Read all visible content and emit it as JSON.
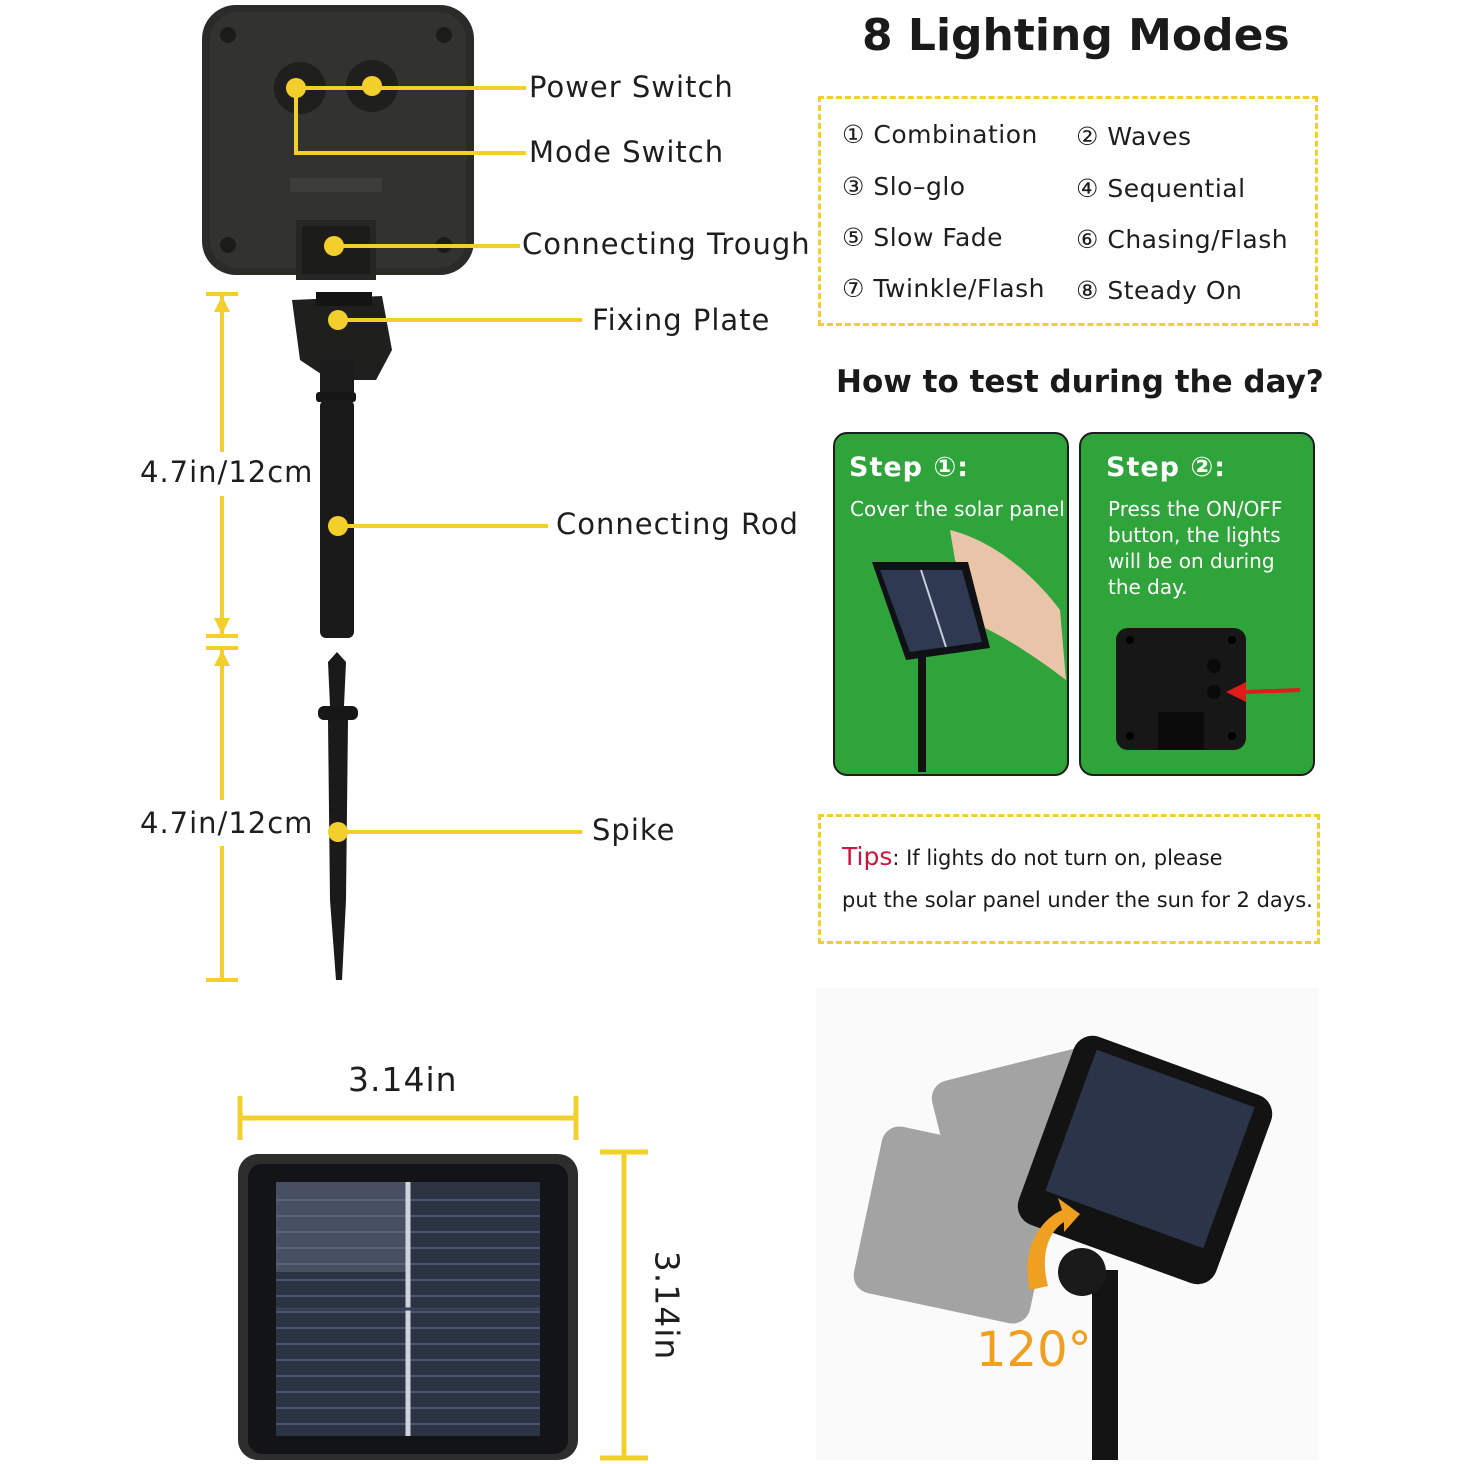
{
  "parts": {
    "power_switch": "Power Switch",
    "mode_switch": "Mode Switch",
    "connecting_trough": "Connecting Trough",
    "fixing_plate": "Fixing Plate",
    "connecting_rod": "Connecting Rod",
    "spike": "Spike"
  },
  "dimensions": {
    "rod_length": "4.7in/12cm",
    "spike_length": "4.7in/12cm",
    "panel_width": "3.14in",
    "panel_height": "3.14in"
  },
  "modes": {
    "title": "8 Lighting Modes",
    "items": [
      "① Combination",
      "② Waves",
      "③ Slo–glo",
      "④ Sequential",
      "⑤ Slow Fade",
      "⑥ Chasing/Flash",
      "⑦ Twinkle/Flash",
      "⑧ Steady On"
    ]
  },
  "test": {
    "title": "How to test during the day?",
    "step1_heading": "Step ①:",
    "step1_text": "Cover the solar panel",
    "step2_heading": "Step ②:",
    "step2_text": "Press the ON/OFF button, the lights will be on during the day."
  },
  "tips": {
    "label": "Tips",
    "line1": ": If lights do not turn on, please",
    "line2": "put the solar panel under the sun for 2 days."
  },
  "rotation": {
    "angle": "120°"
  },
  "colors": {
    "accent_yellow": "#f2cf2a",
    "card_green": "#2ea43a",
    "tips_red": "#d2143c",
    "angle_orange": "#f0a020"
  }
}
